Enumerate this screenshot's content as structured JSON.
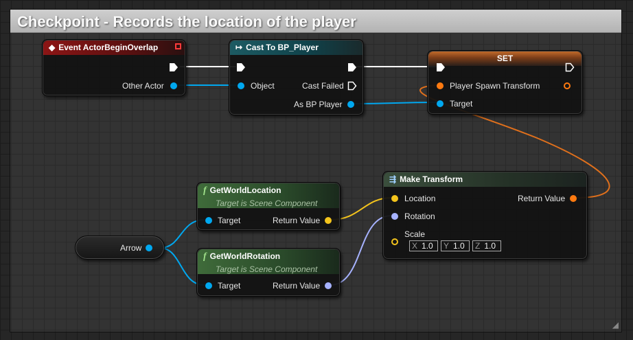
{
  "comment": {
    "title": "Checkpoint - Records the location of the player"
  },
  "event_node": {
    "title": "Event ActorBeginOverlap",
    "pin_other_actor": "Other Actor"
  },
  "cast_node": {
    "title": "Cast To BP_Player",
    "pin_object": "Object",
    "pin_cast_failed": "Cast Failed",
    "pin_as_bp_player": "As BP Player"
  },
  "set_node": {
    "title": "SET",
    "pin_player_spawn_transform": "Player Spawn Transform",
    "pin_target": "Target"
  },
  "get_location_node": {
    "title": "GetWorldLocation",
    "subtitle": "Target is Scene Component",
    "pin_target": "Target",
    "pin_return": "Return Value"
  },
  "get_rotation_node": {
    "title": "GetWorldRotation",
    "subtitle": "Target is Scene Component",
    "pin_target": "Target",
    "pin_return": "Return Value"
  },
  "make_transform_node": {
    "title": "Make Transform",
    "pin_location": "Location",
    "pin_rotation": "Rotation",
    "pin_scale": "Scale",
    "pin_return": "Return Value",
    "scale": {
      "x_label": "X",
      "x": "1.0",
      "y_label": "Y",
      "y": "1.0",
      "z_label": "Z",
      "z": "1.0"
    }
  },
  "arrow_node": {
    "label": "Arrow"
  },
  "colors": {
    "exec": "#ffffff",
    "object": "#00a8f0",
    "transform": "#ff7a10",
    "vector": "#f4c41c",
    "rotator": "#a6b2ff"
  }
}
